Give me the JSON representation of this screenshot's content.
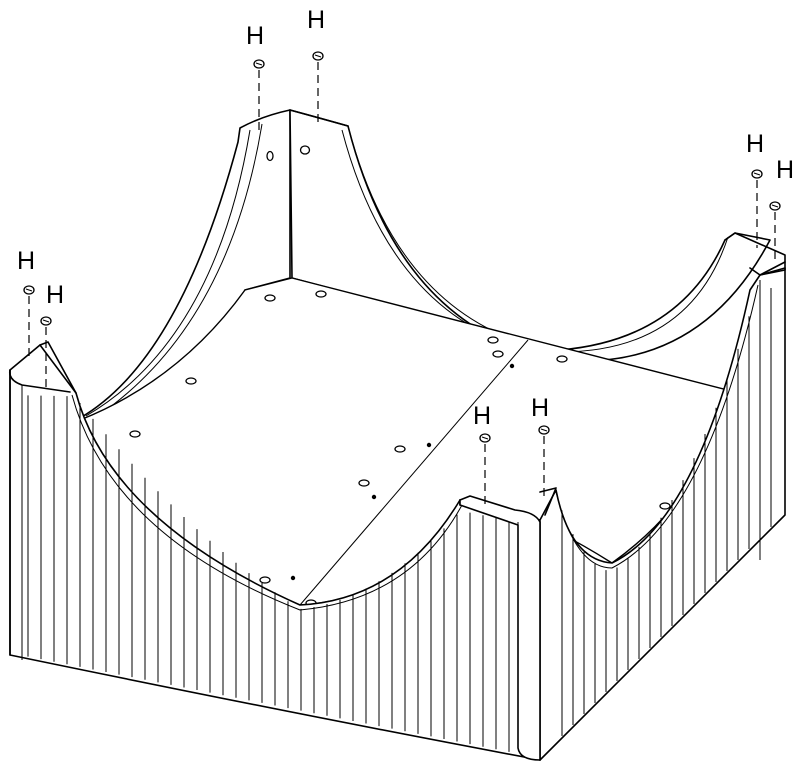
{
  "labels": {
    "h1": "H",
    "h2": "H",
    "h3": "H",
    "h4": "H",
    "h5": "H",
    "h6": "H",
    "h7": "H",
    "h8": "H"
  }
}
